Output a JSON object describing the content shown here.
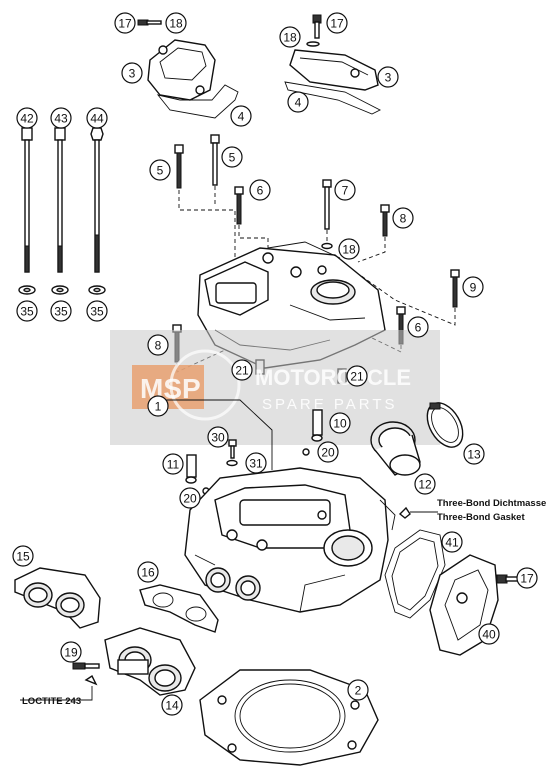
{
  "callouts": [
    {
      "id": "c-17a",
      "label": "17"
    },
    {
      "id": "c-18a",
      "label": "18"
    },
    {
      "id": "c-3a",
      "label": "3"
    },
    {
      "id": "c-4a",
      "label": "4"
    },
    {
      "id": "c-18b",
      "label": "18"
    },
    {
      "id": "c-17b",
      "label": "17"
    },
    {
      "id": "c-3b",
      "label": "3"
    },
    {
      "id": "c-4b",
      "label": "4"
    },
    {
      "id": "c-42",
      "label": "42"
    },
    {
      "id": "c-43",
      "label": "43"
    },
    {
      "id": "c-44",
      "label": "44"
    },
    {
      "id": "c-35a",
      "label": "35"
    },
    {
      "id": "c-35b",
      "label": "35"
    },
    {
      "id": "c-35c",
      "label": "35"
    },
    {
      "id": "c-5a",
      "label": "5"
    },
    {
      "id": "c-5b",
      "label": "5"
    },
    {
      "id": "c-6a",
      "label": "6"
    },
    {
      "id": "c-7",
      "label": "7"
    },
    {
      "id": "c-8a",
      "label": "8"
    },
    {
      "id": "c-18c",
      "label": "18"
    },
    {
      "id": "c-9",
      "label": "9"
    },
    {
      "id": "c-6b",
      "label": "6"
    },
    {
      "id": "c-8b",
      "label": "8"
    },
    {
      "id": "c-21a",
      "label": "21"
    },
    {
      "id": "c-21b",
      "label": "21"
    },
    {
      "id": "c-1",
      "label": "1"
    },
    {
      "id": "c-10",
      "label": "10"
    },
    {
      "id": "c-13",
      "label": "13"
    },
    {
      "id": "c-30",
      "label": "30"
    },
    {
      "id": "c-31",
      "label": "31"
    },
    {
      "id": "c-11",
      "label": "11"
    },
    {
      "id": "c-20a",
      "label": "20"
    },
    {
      "id": "c-20b",
      "label": "20"
    },
    {
      "id": "c-12",
      "label": "12"
    },
    {
      "id": "c-15",
      "label": "15"
    },
    {
      "id": "c-16",
      "label": "16"
    },
    {
      "id": "c-41",
      "label": "41"
    },
    {
      "id": "c-17c",
      "label": "17"
    },
    {
      "id": "c-40",
      "label": "40"
    },
    {
      "id": "c-19",
      "label": "19"
    },
    {
      "id": "c-14",
      "label": "14"
    },
    {
      "id": "c-2",
      "label": "2"
    }
  ],
  "notes": {
    "sealant_top": "Three-Bond Dichtmasse",
    "sealant_bottom": "Three-Bond Gasket",
    "loctite": "LOCTITE 243"
  },
  "watermark": {
    "logo": "MSP",
    "title": "MOTORCYCLE",
    "subtitle": "SPARE PARTS"
  },
  "colors": {
    "background": "#ffffff",
    "line": "#111111",
    "watermark_gray": "#c8c8c8",
    "watermark_orange": "#e8a070"
  }
}
